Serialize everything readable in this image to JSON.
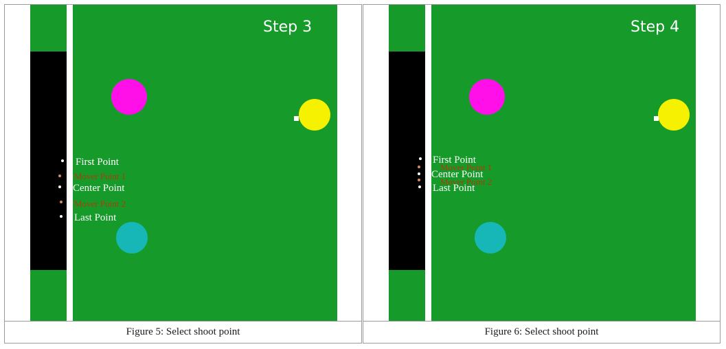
{
  "panels": [
    {
      "step": "Step 3",
      "caption": "Figure 5: Select shoot point",
      "points": {
        "first": "First Point",
        "mid1": "Mover Point 1",
        "center": "Center Point",
        "mid2": "Mover Point 2",
        "last": "Last Point"
      }
    },
    {
      "step": "Step 4",
      "caption": "Figure 6: Select shoot point",
      "points": {
        "first": "First Point",
        "mid1": "Mover Point 1",
        "center": "Center Point",
        "mid2": "Mover Point 2",
        "last": "Last Point"
      }
    }
  ],
  "colors": {
    "field": "#169b2a",
    "black_panel": "#000000",
    "ball_magenta": "#ff10e8",
    "ball_yellow": "#f6f100",
    "ball_cyan": "#17b7b7",
    "highlight_text": "#b03a08"
  }
}
